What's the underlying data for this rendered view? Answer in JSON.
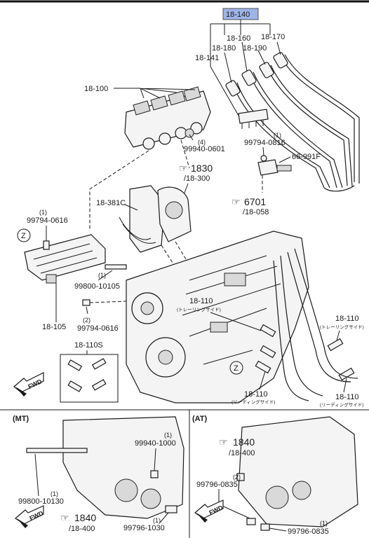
{
  "highlight_color": "#9fb4e6",
  "callouts": {
    "c18_140": "18-140",
    "c18_160": "18-160",
    "c18_170": "18-170",
    "c18_180": "18-180",
    "c18_190": "18-190",
    "c18_141": "18-141",
    "c18_100": "18-100",
    "c99940_0601": "99940-0601",
    "q4": "(4)",
    "c99794_0816": "99794-0816",
    "q1_0816": "(1)",
    "c66_991f": "66-991F",
    "ref1830": "1830",
    "c18_300": "/18-300",
    "ref6701": "6701",
    "c18_058": "/18-058",
    "c18_381c": "18-381C",
    "c99794_0616a": "99794-0616",
    "q1_0616a": "(1)",
    "z1": "Z",
    "z2": "Z",
    "c99800_10105": "99800-10105",
    "q1_10105": "(1)",
    "c18_105": "18-105",
    "c99794_0616b": "99794-0616",
    "q2_0616b": "(2)",
    "c18_110_a": "18-110",
    "note_trailing_a": "(トレーリングサイド)",
    "c18_110_b": "18-110",
    "note_trailing_b": "(トレーリングサイド)",
    "c18_110_c": "18-110",
    "note_leading_c": "(リーディングサイド)",
    "c18_110_d": "18-110",
    "note_leading_d": "(リーディングサイド)",
    "c18_110s": "18-110S",
    "fwd_top": "FWD",
    "mt_label": "(MT)",
    "at_label": "(AT)",
    "c99940_1000": "99940-1000",
    "q1_1000": "(1)",
    "c99800_10130": "99800-10130",
    "q1_10130": "(1)",
    "ref1840_mt": "1840",
    "c18_400_mt": "/18-400",
    "c99796_1030": "99796-1030",
    "q1_1030": "(1)",
    "fwd_mt": "FWD",
    "ref1840_at": "1840",
    "c18_400_at": "/18-400",
    "c99796_0835_a": "99796-0835",
    "q2_0835": "(2)",
    "c99796_0835_b": "99796-0835",
    "q1_0835": "(1)",
    "fwd_at": "FWD"
  }
}
